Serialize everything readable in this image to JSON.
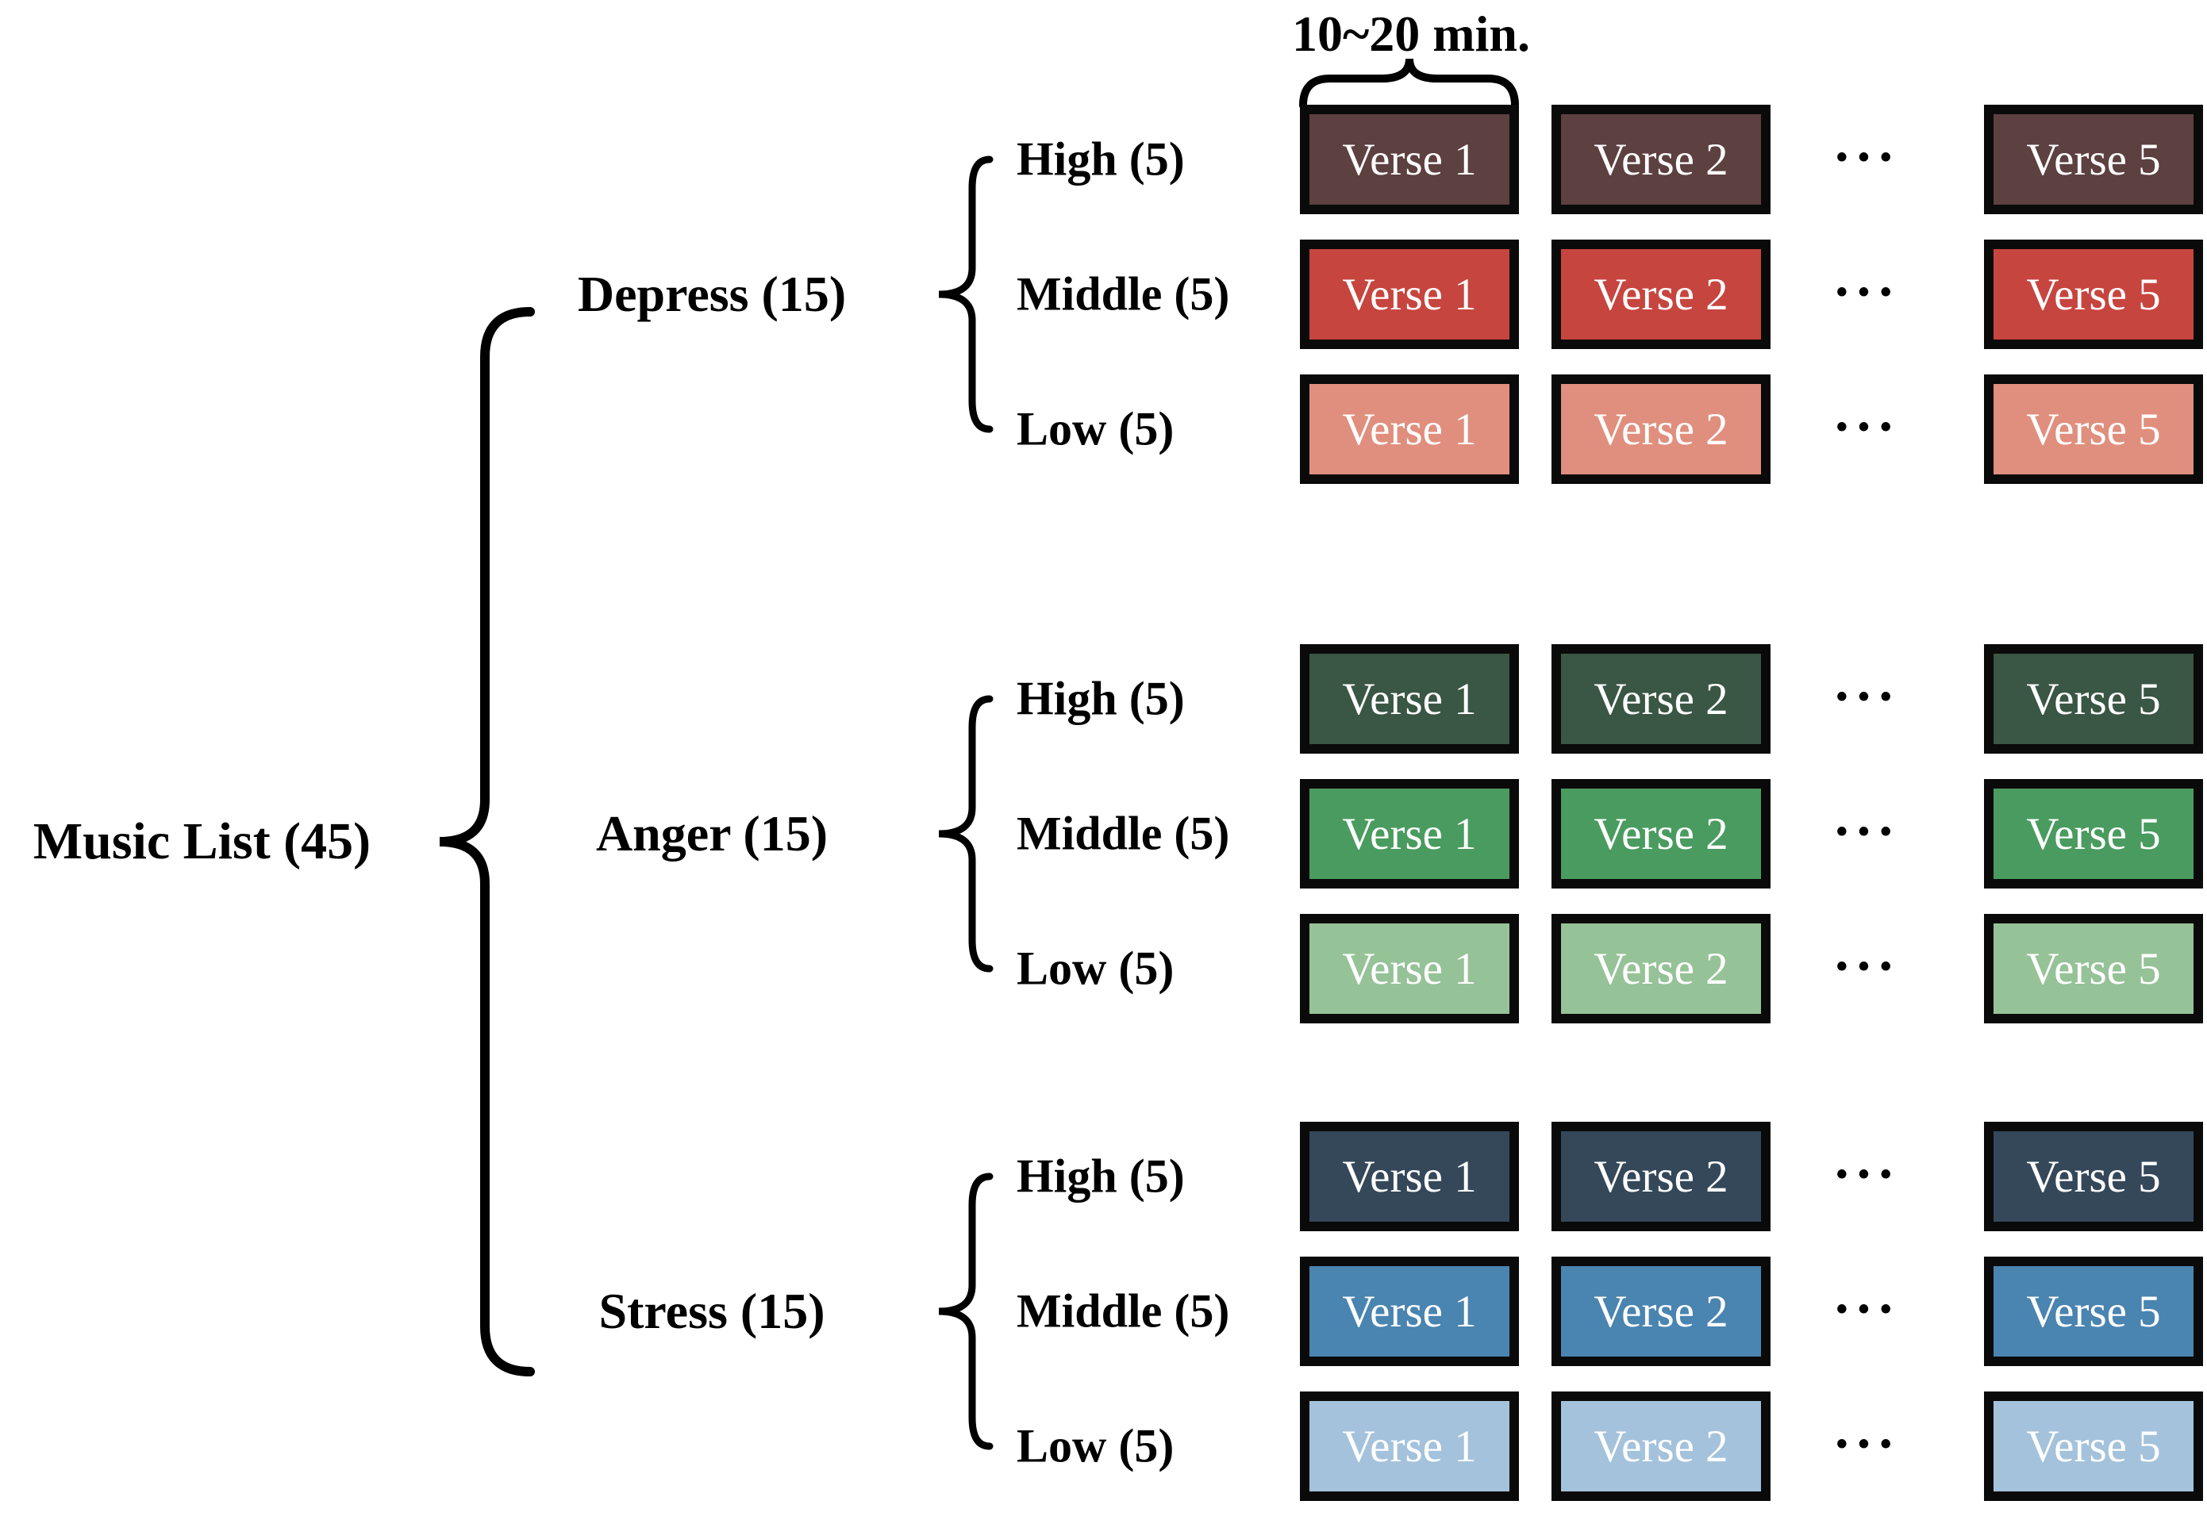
{
  "figure": {
    "duration_label": "10~20 min.",
    "root_label": "Music List (45)",
    "ellipsis": "•••",
    "text_color": "#FFFFFF",
    "border_color": "#0A0A0A",
    "groups": [
      {
        "label": "Depress (15)",
        "levels": [
          {
            "label": "High (5)",
            "color": "#5D4040",
            "verses": [
              "Verse 1",
              "Verse 2",
              "Verse 5"
            ]
          },
          {
            "label": "Middle (5)",
            "color": "#C7453F",
            "verses": [
              "Verse 1",
              "Verse 2",
              "Verse 5"
            ]
          },
          {
            "label": "Low (5)",
            "color": "#E08F7E",
            "verses": [
              "Verse 1",
              "Verse 2",
              "Verse 5"
            ]
          }
        ]
      },
      {
        "label": "Anger (15)",
        "levels": [
          {
            "label": "High (5)",
            "color": "#3A5644",
            "verses": [
              "Verse 1",
              "Verse 2",
              "Verse 5"
            ]
          },
          {
            "label": "Middle (5)",
            "color": "#4A9B5F",
            "verses": [
              "Verse 1",
              "Verse 2",
              "Verse 5"
            ]
          },
          {
            "label": "Low (5)",
            "color": "#96C298",
            "verses": [
              "Verse 1",
              "Verse 2",
              "Verse 5"
            ]
          }
        ]
      },
      {
        "label": "Stress (15)",
        "levels": [
          {
            "label": "High (5)",
            "color": "#35485A",
            "verses": [
              "Verse 1",
              "Verse 2",
              "Verse 5"
            ]
          },
          {
            "label": "Middle (5)",
            "color": "#4A84B0",
            "verses": [
              "Verse 1",
              "Verse 2",
              "Verse 5"
            ]
          },
          {
            "label": "Low (5)",
            "color": "#A4C2DB",
            "verses": [
              "Verse 1",
              "Verse 2",
              "Verse 5"
            ]
          }
        ]
      }
    ]
  }
}
